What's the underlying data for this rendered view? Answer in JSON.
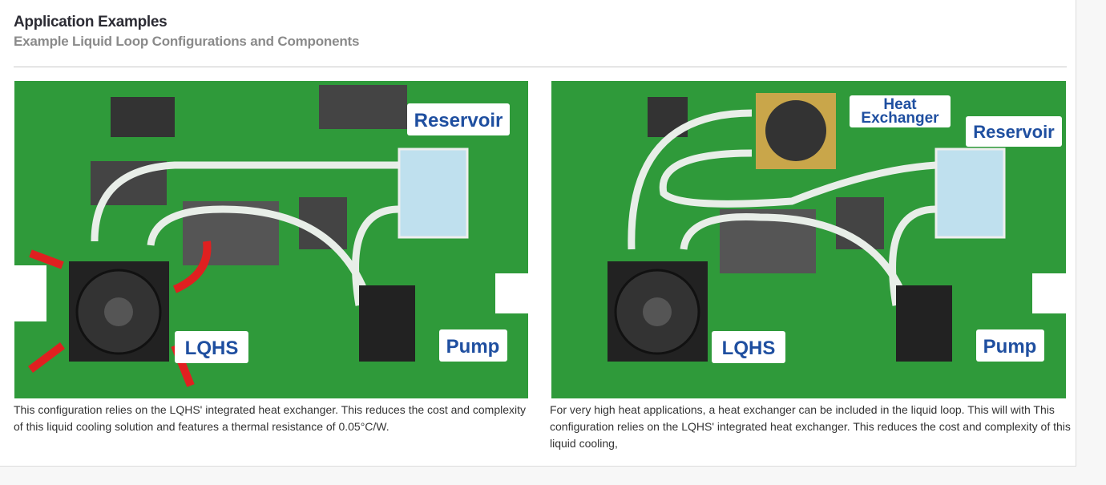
{
  "header": {
    "title": "Application Examples",
    "subtitle": "Example Liquid Loop Configurations and Components"
  },
  "examples": [
    {
      "labels": {
        "reservoir": "Reservoir",
        "lqhs": "LQHS",
        "pump": "Pump"
      },
      "caption": "This configuration relies on the LQHS' integrated heat exchanger. This reduces the cost and complexity of this liquid cooling solution and features a thermal resistance of 0.05°C/W."
    },
    {
      "labels": {
        "heat_exchanger_1": "Heat",
        "heat_exchanger_2": "Exchanger",
        "reservoir": "Reservoir",
        "lqhs": "LQHS",
        "pump": "Pump"
      },
      "caption": "For very high heat applications, a heat exchanger can be included in the liquid loop. This will with This configuration relies on the LQHS' integrated heat exchanger. This reduces the cost and complexity of this liquid cooling,"
    }
  ],
  "colors": {
    "pcb": "#2f9a3a",
    "label_text": "#1f4fa0",
    "airflow": "#e02020",
    "flow_arrow": "#3a8de0"
  }
}
